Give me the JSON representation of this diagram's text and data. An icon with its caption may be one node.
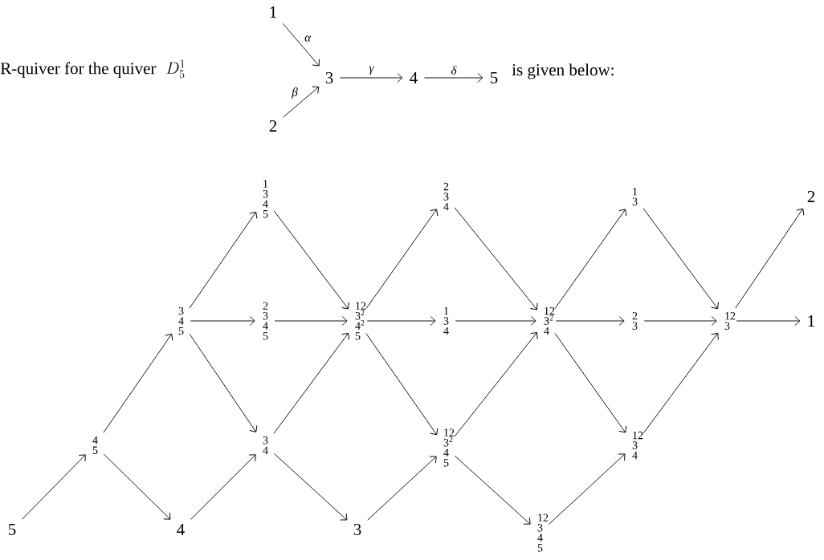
{
  "diagram": {
    "nodes": [
      {
        "text": [
          "1"
        ]
      },
      {
        "text": [
          "2"
        ]
      },
      {
        "text": [
          "3"
        ]
      },
      {
        "text": [
          "4"
        ]
      },
      {
        "text": [
          "5"
        ]
      },
      {
        "text": [
          "5"
        ]
      },
      {
        "text": [
          "4 5"
        ]
      },
      {
        "text": [
          "3 4 5"
        ]
      },
      {
        "text": [
          "4"
        ]
      },
      {
        "text": [
          "1 3 4 5"
        ]
      },
      {
        "text": [
          "2 3 4 5"
        ]
      },
      {
        "text": [
          "3 4"
        ]
      },
      {
        "text": [
          "12 3$^{2}$ 4$^{2}$ 5"
        ]
      },
      {
        "text": [
          "3"
        ]
      },
      {
        "text": [
          "2 3 4"
        ]
      },
      {
        "text": [
          "1 3 4"
        ]
      },
      {
        "text": [
          "12 3$^{2}$ 4 5"
        ]
      },
      {
        "text": [
          "12 3$^{2}$ 4"
        ]
      },
      {
        "text": [
          "12 3 4 5"
        ]
      },
      {
        "text": [
          "1 3"
        ]
      },
      {
        "text": [
          "2 3"
        ]
      },
      {
        "text": [
          "12 3 4"
        ]
      },
      {
        "text": [
          "12 3"
        ]
      },
      {
        "text": [
          "2"
        ]
      },
      {
        "text": [
          "1"
        ]
      }
    ],
    "edges": [
      {
        "from": 0,
        "to": 2,
        "arrow": "to",
        "label": "α"
      },
      {
        "from": 1,
        "to": 2,
        "arrow": "to",
        "label": "β"
      },
      {
        "from": 2,
        "to": 3,
        "arrow": "to",
        "label": "γ"
      },
      {
        "from": 3,
        "to": 4,
        "arrow": "to",
        "label": "δ"
      },
      {
        "from": 5,
        "to": 6,
        "arrow": "to"
      },
      {
        "from": 6,
        "to": 7,
        "arrow": "to"
      },
      {
        "from": 6,
        "to": 8,
        "arrow": "to"
      },
      {
        "from": 8,
        "to": 11,
        "arrow": "to"
      },
      {
        "from": 7,
        "to": 9,
        "arrow": "to"
      },
      {
        "from": 7,
        "to": 10,
        "arrow": "to"
      },
      {
        "from": 7,
        "to": 11,
        "arrow": "to"
      },
      {
        "from": 9,
        "to": 12,
        "arrow": "to"
      },
      {
        "from": 10,
        "to": 12,
        "arrow": "to"
      },
      {
        "from": 11,
        "to": 12,
        "arrow": "to"
      },
      {
        "from": 11,
        "to": 13,
        "arrow": "to"
      },
      {
        "from": 12,
        "to": 14,
        "arrow": "to"
      },
      {
        "from": 12,
        "to": 15,
        "arrow": "to"
      },
      {
        "from": 12,
        "to": 16,
        "arrow": "to"
      },
      {
        "from": 13,
        "to": 16,
        "arrow": "to"
      },
      {
        "from": 14,
        "to": 17,
        "arrow": "to"
      },
      {
        "from": 15,
        "to": 17,
        "arrow": "to"
      },
      {
        "from": 16,
        "to": 17,
        "arrow": "to"
      },
      {
        "from": 16,
        "to": 18,
        "arrow": "to"
      },
      {
        "from": 17,
        "to": 19,
        "arrow": "to"
      },
      {
        "from": 17,
        "to": 20,
        "arrow": "to"
      },
      {
        "from": 17,
        "to": 21,
        "arrow": "to"
      },
      {
        "from": 18,
        "to": 21,
        "arrow": "to"
      },
      {
        "from": 19,
        "to": 22,
        "arrow": "to"
      },
      {
        "from": 20,
        "to": 22,
        "arrow": "to"
      },
      {
        "from": 21,
        "to": 22,
        "arrow": "to"
      },
      {
        "from": 22,
        "to": 23,
        "arrow": "to"
      },
      {
        "from": 22,
        "to": 24,
        "arrow": "to"
      }
    ],
    "labels": [
      "R-quiver for the quiver",
      "D_5^1",
      "is given below:"
    ]
  }
}
